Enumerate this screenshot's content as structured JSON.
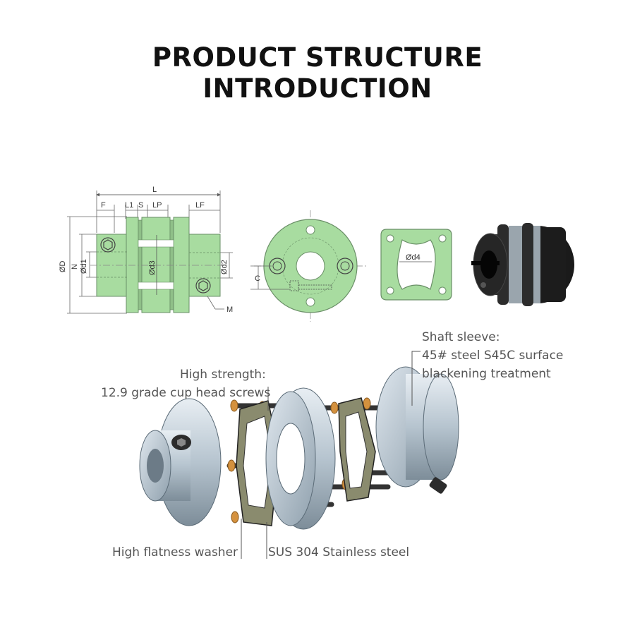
{
  "header": {
    "title_line1": "PRODUCT STRUCTURE",
    "title_line2": "INTRODUCTION"
  },
  "drawing": {
    "dim_labels": {
      "L": "L",
      "F": "F",
      "L1": "L1",
      "S": "S",
      "LP": "LP",
      "LF": "LF",
      "D": "ØD",
      "N": "N",
      "d1": "Ød1",
      "d3": "Ød3",
      "d2": "Ød2",
      "M": "M",
      "C": "C",
      "d4": "Ød4"
    },
    "colors": {
      "part_fill": "#a8dca0",
      "part_stroke": "#6a8f67",
      "line": "#555555"
    }
  },
  "callouts": {
    "shaft_sleeve_title": "Shaft sleeve:",
    "shaft_sleeve_line2": "45# steel S45C surface",
    "shaft_sleeve_line3": "blackening treatment",
    "screws_title": "High strength:",
    "screws_desc": "12.9 grade cup head screws",
    "washer": "High flatness washer",
    "diaphragm": "SUS 304 Stainless steel"
  }
}
